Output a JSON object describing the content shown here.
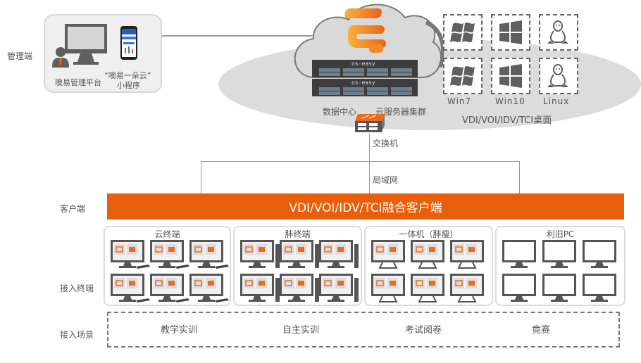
{
  "rows": {
    "management": "管理端",
    "client": "客户端",
    "terminals": "接入终端",
    "scenarios": "接入场景"
  },
  "management": {
    "platform_label": "噢易管理平台",
    "miniapp_label_line1": "“噢易一朵云”",
    "miniapp_label_line2": "小程序"
  },
  "cloud": {
    "server_brand": "os-easy",
    "datacenter_label": "数据中心",
    "cluster_label": "云服务器集群",
    "switch_label": "交换机",
    "lan_label": "局域网"
  },
  "desktops": {
    "os": [
      {
        "name": "Win7",
        "icon": "windows7-icon"
      },
      {
        "name": "Win10",
        "icon": "windows10-icon"
      },
      {
        "name": "Linux",
        "icon": "linux-tux-icon"
      }
    ],
    "caption": "VDI/VOI/IDV/TCI桌面"
  },
  "client_bar": {
    "label": "VDI/VOI/IDV/TCI融合客户端",
    "color": "#e95e0a"
  },
  "terminal_groups": [
    {
      "title": "云终端",
      "type": "thin-client"
    },
    {
      "title": "胖终端",
      "type": "fat-client"
    },
    {
      "title": "一体机（胖瘦）",
      "type": "all-in-one"
    },
    {
      "title": "利旧PC",
      "type": "legacy-pc"
    }
  ],
  "scenarios": [
    "教学实训",
    "自主实训",
    "考试阅卷",
    "竟赛"
  ],
  "colors": {
    "accent": "#e95e0a",
    "icon_gray": "#5f5f5f",
    "bg_gray": "#dcdcdc"
  }
}
